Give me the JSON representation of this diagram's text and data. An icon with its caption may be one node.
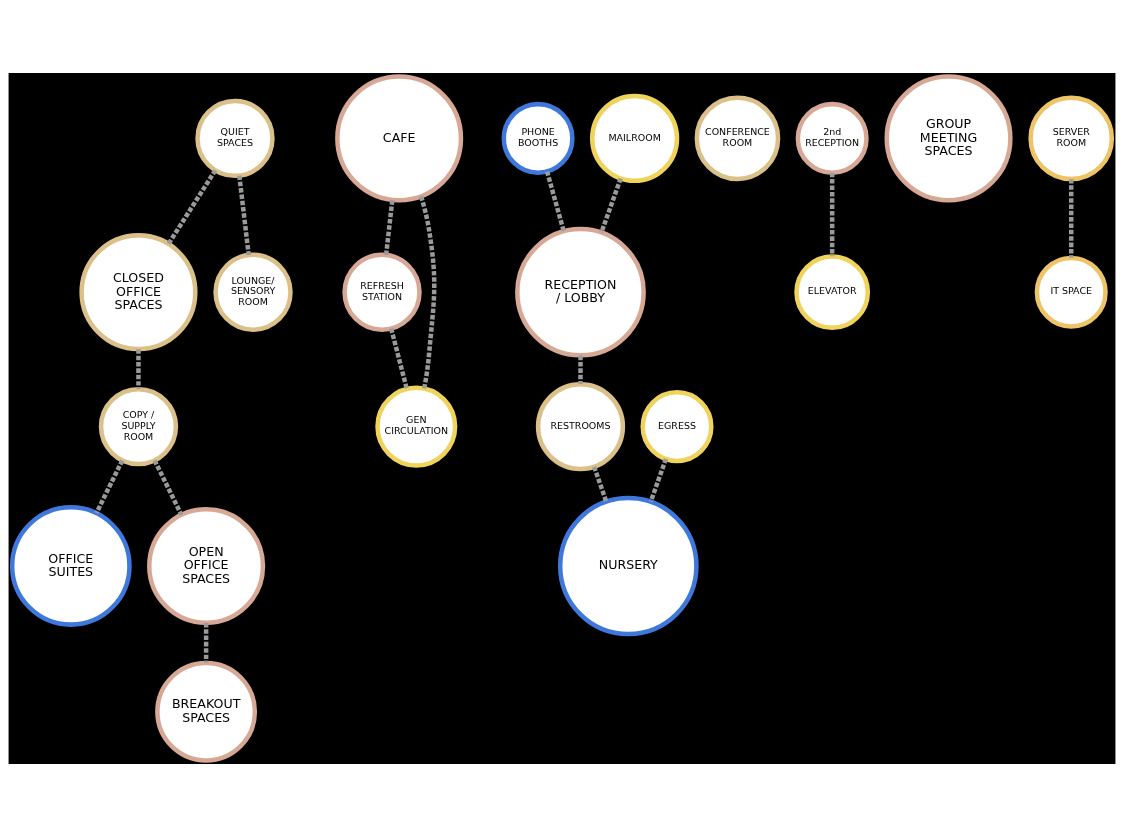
{
  "diagram": {
    "nodes": [
      {
        "text": [
          "QUIET SPACES"
        ]
      },
      {
        "text": [
          "CLOSED OFFICE SPACES"
        ]
      },
      {
        "text": [
          "OFFICE SUITES"
        ]
      },
      {
        "text": [
          "LOUNGE/ SENSORY ROOM"
        ]
      },
      {
        "text": [
          "COPY / SUPPLY ROOM"
        ]
      },
      {
        "text": [
          "OPEN OFFICE SPACES"
        ]
      },
      {
        "text": [
          "REFRESH STATION"
        ]
      },
      {
        "text": [
          "GEN CIRCULATION"
        ]
      },
      {
        "text": [
          "CAFE"
        ]
      },
      {
        "text": [
          "PHONE BOOTHS"
        ]
      },
      {
        "text": [
          "CONFERENCE ROOM"
        ]
      },
      {
        "text": [
          "2nd RECEPTION"
        ]
      },
      {
        "text": [
          "MAILROOM"
        ]
      },
      {
        "text": [
          "BREAKOUT SPACES"
        ]
      },
      {
        "text": [
          "GROUP MEETING SPACES"
        ]
      },
      {
        "text": [
          "RECEPTION / LOBBY"
        ]
      },
      {
        "text": [
          "ELEVATOR"
        ]
      },
      {
        "text": [
          "RESTROOMS"
        ]
      },
      {
        "text": [
          "EGRESS"
        ]
      },
      {
        "text": [
          "SERVER ROOM"
        ]
      },
      {
        "text": [
          "IT SPACE"
        ]
      },
      {
        "text": [
          "NURSERY"
        ]
      }
    ],
    "edges": [
      {
        "from": 0,
        "to": 1,
        "arrow": "none"
      },
      {
        "from": 0,
        "to": 3,
        "arrow": "none"
      },
      {
        "from": 1,
        "to": 4,
        "arrow": "none"
      },
      {
        "from": 4,
        "to": 2,
        "arrow": "none"
      },
      {
        "from": 4,
        "to": 5,
        "arrow": "none"
      },
      {
        "from": 5,
        "to": 13,
        "arrow": "none"
      },
      {
        "from": 8,
        "to": 6,
        "arrow": "none"
      },
      {
        "from": 6,
        "to": 7,
        "arrow": "none"
      },
      {
        "from": 8,
        "to": 7,
        "arrow": "none"
      },
      {
        "from": 9,
        "to": 15,
        "arrow": "none"
      },
      {
        "from": 12,
        "to": 15,
        "arrow": "none"
      },
      {
        "from": 11,
        "to": 16,
        "arrow": "none"
      },
      {
        "from": 15,
        "to": 17,
        "arrow": "none"
      },
      {
        "from": 17,
        "to": 21,
        "arrow": "none"
      },
      {
        "from": 18,
        "to": 21,
        "arrow": "none"
      },
      {
        "from": 19,
        "to": 20,
        "arrow": "none"
      }
    ]
  }
}
